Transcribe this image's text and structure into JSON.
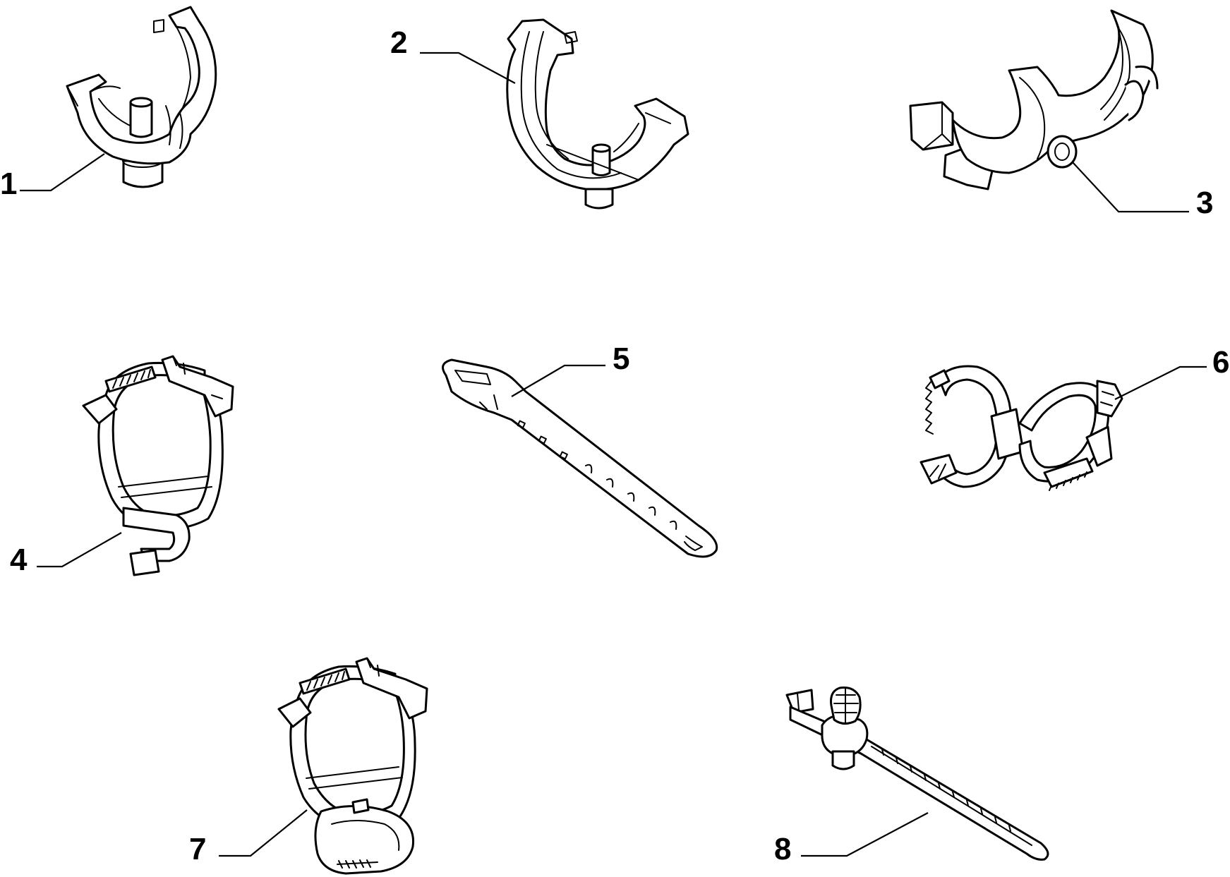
{
  "diagram": {
    "callouts": [
      "1",
      "2",
      "3",
      "4",
      "5",
      "6",
      "7",
      "8"
    ],
    "parts": [
      {
        "callout": "1",
        "icon": "pipe-bracket-with-stud-icon"
      },
      {
        "callout": "2",
        "icon": "u-bracket-with-stud-icon"
      },
      {
        "callout": "3",
        "icon": "double-saddle-clip-icon"
      },
      {
        "callout": "4",
        "icon": "ratchet-hose-clamp-icon"
      },
      {
        "callout": "5",
        "icon": "perforated-strap-icon"
      },
      {
        "callout": "6",
        "icon": "double-ring-clamp-icon"
      },
      {
        "callout": "7",
        "icon": "ratchet-clamp-with-oval-clip-icon"
      },
      {
        "callout": "8",
        "icon": "cable-tie-with-anchor-icon"
      }
    ],
    "colors": {
      "line": "#000000",
      "background": "#ffffff"
    }
  }
}
